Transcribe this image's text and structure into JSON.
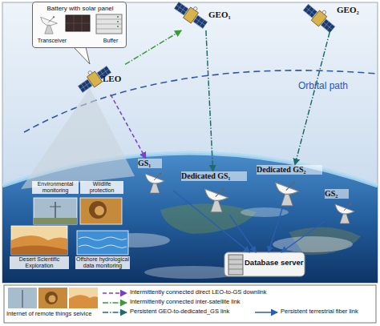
{
  "diagram": {
    "nodes": [
      {
        "text": [
          "Battery with solar panel",
          "Transceiver",
          "Buffer"
        ]
      },
      {
        "text": [
          "GEO₁"
        ]
      },
      {
        "text": [
          "GEO₂"
        ]
      },
      {
        "text": [
          "LEO"
        ]
      },
      {
        "text": [
          "GS₁"
        ]
      },
      {
        "text": [
          "Dedicated GS₁"
        ]
      },
      {
        "text": [
          "Dedicated GS₂"
        ]
      },
      {
        "text": [
          "GS₂"
        ]
      },
      {
        "text": [
          "Environmental monitoring"
        ]
      },
      {
        "text": [
          "Wildlife protection"
        ]
      },
      {
        "text": [
          "Desert Scientific Exploration"
        ]
      },
      {
        "text": [
          "Offshore hydrological data monitoring"
        ]
      },
      {
        "text": [
          "Database server"
        ]
      }
    ],
    "edges": [
      {
        "from": 3,
        "to": 4,
        "arrow": "to"
      },
      {
        "from": 3,
        "to": 1,
        "arrow": "to"
      },
      {
        "from": 1,
        "to": 5,
        "arrow": "to"
      },
      {
        "from": 2,
        "to": 6,
        "arrow": "to"
      },
      {
        "from": 4,
        "to": 12,
        "arrow": "to"
      },
      {
        "from": 5,
        "to": 12,
        "arrow": "to"
      },
      {
        "from": 6,
        "to": 12,
        "arrow": "to"
      },
      {
        "from": 7,
        "to": 12,
        "arrow": "to"
      }
    ],
    "labels": [
      "Orbital path"
    ],
    "legend": [
      {
        "text": "Intermittently connected direct LEO-to-GS downlink"
      },
      {
        "text": "Intermittently connected inter-satellite link"
      },
      {
        "text": "Internet of remote things seivice"
      },
      {
        "text": "Persistent GEO-to-dedicated_GS link"
      },
      {
        "text": "Persistent terrestrial fiber link"
      }
    ]
  }
}
